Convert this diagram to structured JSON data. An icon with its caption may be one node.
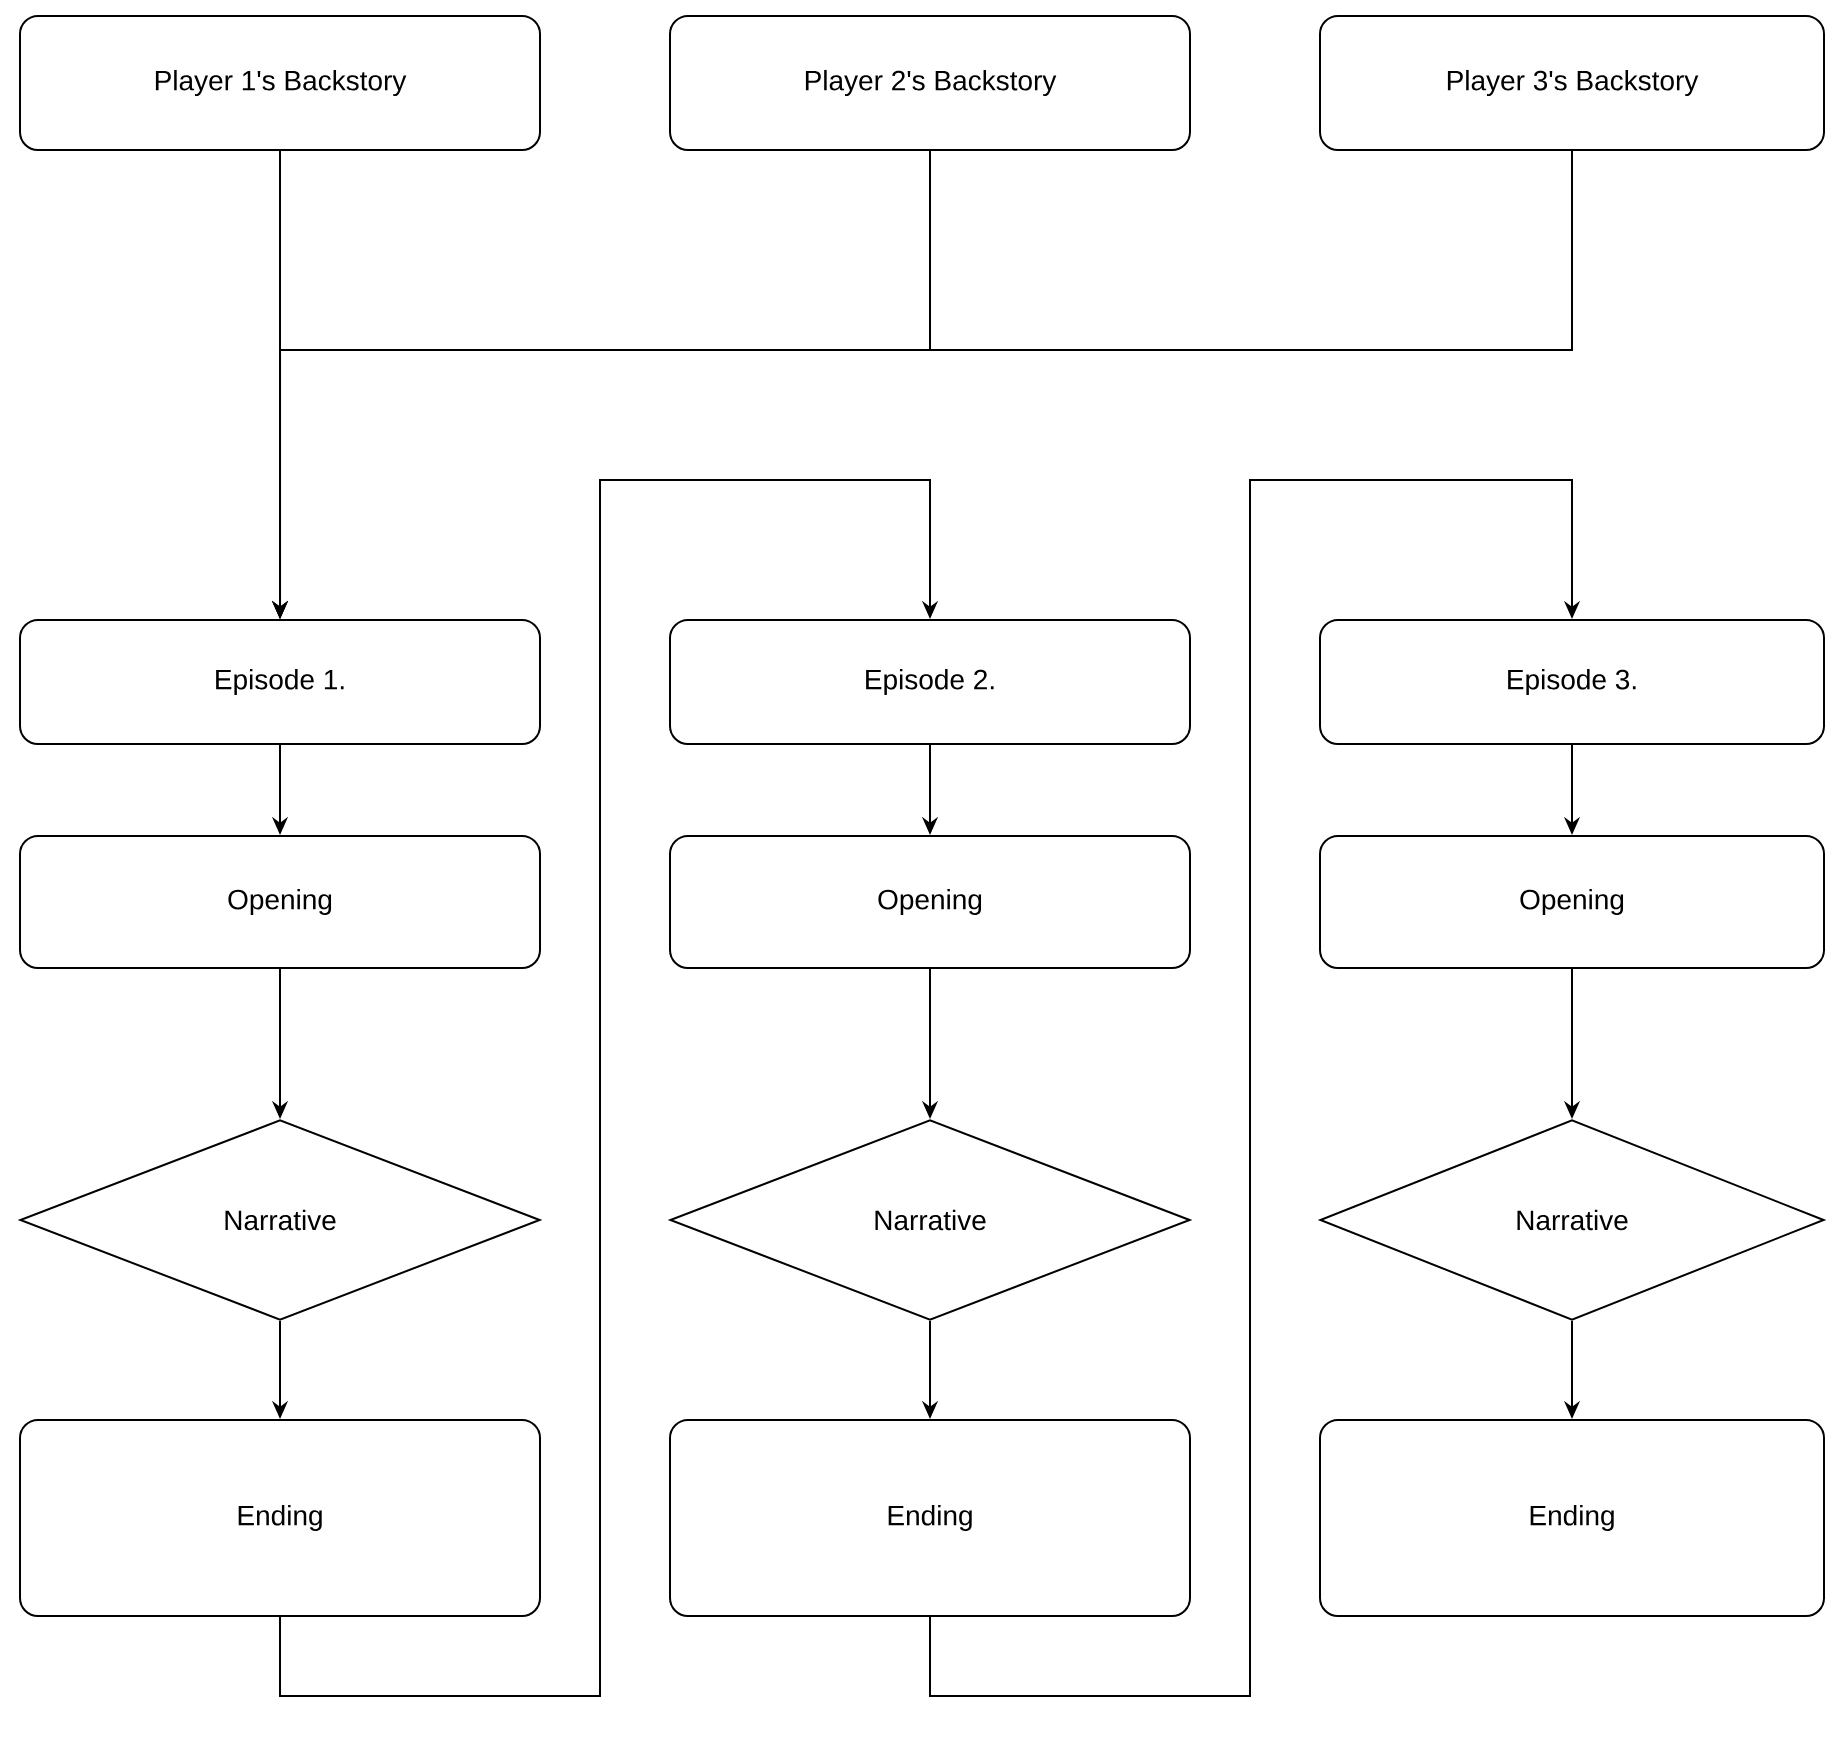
{
  "diagram": {
    "nodes": [
      {
        "text": [
          "Player 1's Backstory"
        ]
      },
      {
        "text": [
          "Player 2's Backstory"
        ]
      },
      {
        "text": [
          "Player 3's Backstory"
        ]
      },
      {
        "text": [
          "Episode 1."
        ]
      },
      {
        "text": [
          "Opening"
        ]
      },
      {
        "text": [
          "Narrative"
        ]
      },
      {
        "text": [
          "Ending"
        ]
      },
      {
        "text": [
          "Episode 2."
        ]
      },
      {
        "text": [
          "Opening"
        ]
      },
      {
        "text": [
          "Narrative"
        ]
      },
      {
        "text": [
          "Ending"
        ]
      },
      {
        "text": [
          "Episode 3."
        ]
      },
      {
        "text": [
          "Opening"
        ]
      },
      {
        "text": [
          "Narrative"
        ]
      },
      {
        "text": [
          "Ending"
        ]
      }
    ],
    "edges": [
      {
        "from": 0,
        "to": 3,
        "arrow": "to"
      },
      {
        "from": 1,
        "to": 3,
        "arrow": "to"
      },
      {
        "from": 2,
        "to": 3,
        "arrow": "to"
      },
      {
        "from": 3,
        "to": 4,
        "arrow": "to"
      },
      {
        "from": 4,
        "to": 5,
        "arrow": "to"
      },
      {
        "from": 5,
        "to": 6,
        "arrow": "to"
      },
      {
        "from": 6,
        "to": 7,
        "arrow": "to"
      },
      {
        "from": 7,
        "to": 8,
        "arrow": "to"
      },
      {
        "from": 8,
        "to": 9,
        "arrow": "to"
      },
      {
        "from": 9,
        "to": 10,
        "arrow": "to"
      },
      {
        "from": 10,
        "to": 11,
        "arrow": "to"
      },
      {
        "from": 11,
        "to": 12,
        "arrow": "to"
      },
      {
        "from": 12,
        "to": 13,
        "arrow": "to"
      },
      {
        "from": 13,
        "to": 14,
        "arrow": "to"
      }
    ]
  }
}
